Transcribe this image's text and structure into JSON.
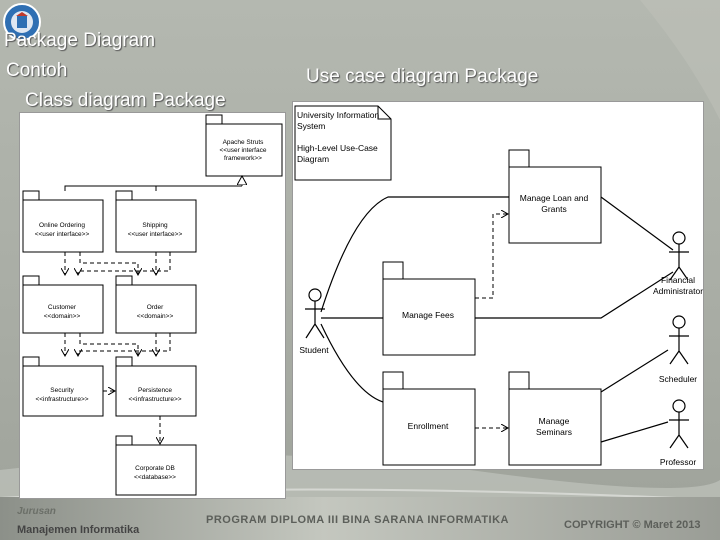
{
  "slide": {
    "title": "Package Diagram",
    "subtitle": "Contoh",
    "left_caption": "Class diagram Package",
    "right_caption": "Use case diagram Package"
  },
  "class_diagram": {
    "packages": [
      {
        "id": "apache",
        "lines": [
          "Apache Struts",
          "<<user interface",
          "framework>>"
        ]
      },
      {
        "id": "online-ordering",
        "lines": [
          "Online Ordering",
          "<<user interface>>"
        ]
      },
      {
        "id": "shipping",
        "lines": [
          "Shipping",
          "<<user interface>>"
        ]
      },
      {
        "id": "customer",
        "lines": [
          "Customer",
          "<<domain>>"
        ]
      },
      {
        "id": "order",
        "lines": [
          "Order",
          "<<domain>>"
        ]
      },
      {
        "id": "security",
        "lines": [
          "Security",
          "<<infrastructure>>"
        ]
      },
      {
        "id": "persistence",
        "lines": [
          "Persistence",
          "<<infrastructure>>"
        ]
      },
      {
        "id": "corporate-db",
        "lines": [
          "Corporate DB",
          "<<database>>"
        ]
      }
    ]
  },
  "use_case_diagram": {
    "note_lines": [
      "University Information",
      "System",
      "",
      "High-Level Use-Case",
      "Diagram"
    ],
    "packages": [
      {
        "id": "loan",
        "lines": [
          "Manage Loan and",
          "Grants"
        ]
      },
      {
        "id": "fees",
        "lines": [
          "Manage Fees"
        ]
      },
      {
        "id": "enrollment",
        "lines": [
          "Enrollment"
        ]
      },
      {
        "id": "seminars",
        "lines": [
          "Manage",
          "Seminars"
        ]
      }
    ],
    "actors": [
      {
        "id": "student",
        "lines": [
          "Student"
        ]
      },
      {
        "id": "financial",
        "lines": [
          "Financial",
          "Administrator"
        ]
      },
      {
        "id": "scheduler",
        "lines": [
          "Scheduler"
        ]
      },
      {
        "id": "professor",
        "lines": [
          "Professor"
        ]
      }
    ]
  },
  "footer": {
    "department_top": "Jurusan",
    "department_bottom": "Manajemen Informatika",
    "program": "PROGRAM DIPLOMA III BINA SARANA INFORMATIKA",
    "copyright": "COPYRIGHT © Maret 2013"
  },
  "colors": {
    "background": "#a8aca4",
    "title_text": "#ffffff",
    "diagram_line": "#000000",
    "diagram_background": "#ffffff"
  }
}
